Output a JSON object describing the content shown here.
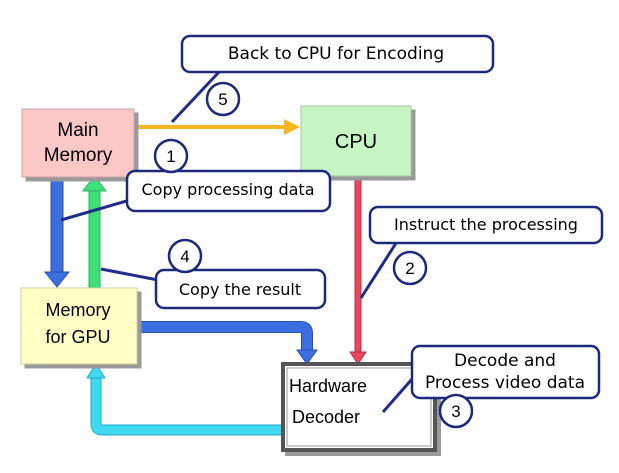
{
  "boxes": {
    "main_memory": {
      "line1": "Main",
      "line2": "Memory",
      "fill": "#fbc7c7"
    },
    "cpu": {
      "label": "CPU",
      "fill": "#c6f5c3"
    },
    "memory_gpu": {
      "line1": "Memory",
      "line2": "for GPU",
      "fill": "#ffffc6"
    },
    "decoder": {
      "line1": "Hardware",
      "line2": "Decoder",
      "fill": "#ffffff"
    }
  },
  "callouts": {
    "back_to_cpu": "Back to CPU for Encoding",
    "copy_processing": "Copy processing data",
    "instruct": "Instruct the processing",
    "copy_result": "Copy the result",
    "decode_line1": "Decode and",
    "decode_line2": "Process video data"
  },
  "steps": [
    "1",
    "2",
    "3",
    "4",
    "5"
  ],
  "colors": {
    "arrow_blue": "#3b6fe0",
    "arrow_green": "#3fe07a",
    "arrow_orange": "#f7b621",
    "arrow_red": "#e8475f",
    "arrow_cyan": "#3fd9f2",
    "callout_border": "#1b2a7a",
    "pointer_line": "#1f2d8a"
  }
}
